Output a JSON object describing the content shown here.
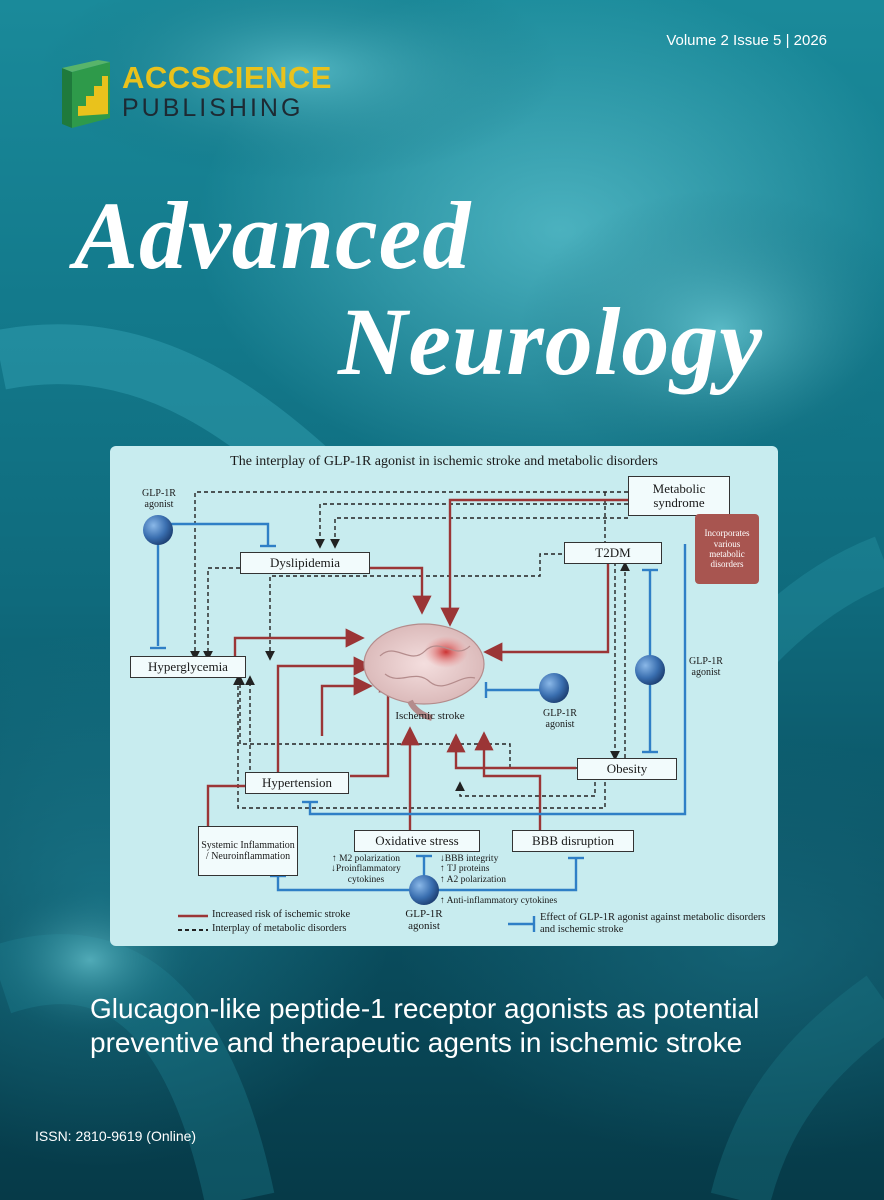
{
  "volume_line": "Volume 2 Issue 5 | 2026",
  "publisher": {
    "name_line1": "ACCSCIENCE",
    "name_line2": "PUBLISHING",
    "brand_yellow": "#e9c21c",
    "brand_green": "#2e9a4a"
  },
  "journal": {
    "title_line1": "Advanced",
    "title_line2": "Neurology"
  },
  "figure": {
    "title": "The interplay of GLP-1R agonist in ischemic stroke and metabolic disorders",
    "nodes": {
      "metabolic_syndrome": "Metabolic syndrome",
      "incorporates": "Incorporates various metabolic disorders",
      "t2dm": "T2DM",
      "dyslipidemia": "Dyslipidemia",
      "hyperglycemia": "Hyperglycemia",
      "hypertension": "Hypertension",
      "obesity": "Obesity",
      "systemic_inflammation": "Systemic Inflammation / Neuroinflammation",
      "oxidative_stress": "Oxidative stress",
      "bbb_disruption": "BBB disruption",
      "ischemic_stroke": "Ischemic stroke"
    },
    "agonist_label_1": "GLP-1R",
    "agonist_label_2": "agonist",
    "effects_left": [
      "↑ M2 polarization",
      "↓Proinflammatory",
      "cytokines"
    ],
    "effects_right": [
      "↓BBB integrity",
      "↑ TJ proteins",
      "↑ A2 polarization"
    ],
    "effects_bottom": "↑ Anti-inflammatory cytokines",
    "legend": {
      "red": "Increased risk of ischemic stroke",
      "dashed": "Interplay of metabolic disorders",
      "blue": "Effect of GLP-1R agonist against metabolic disorders and ischemic stroke"
    },
    "colors": {
      "risk_arrow": "#9b3536",
      "agonist_inhibit": "#2f7fc6",
      "background": "#c8ecef"
    }
  },
  "article_title": "Glucagon-like peptide-1 receptor agonists as potential preventive and therapeutic agents in ischemic stroke",
  "issn": "ISSN: 2810-9619 (Online)"
}
